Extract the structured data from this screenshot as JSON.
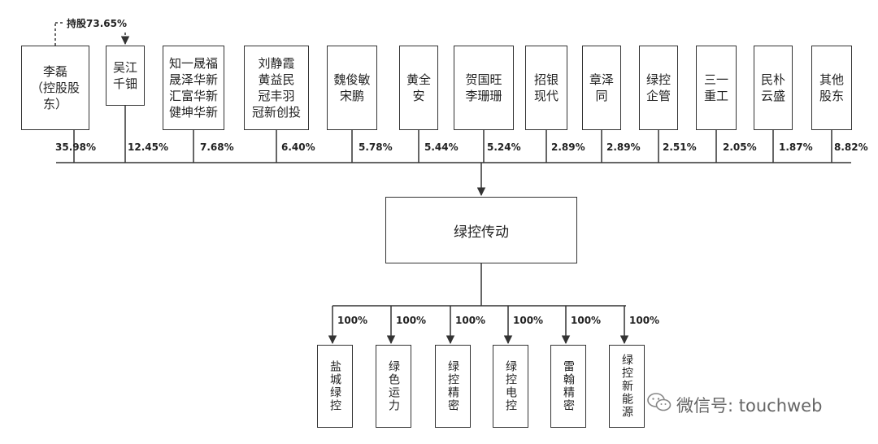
{
  "holding_label": "持股73.65%",
  "shareholders": [
    {
      "name": "李磊\n（控股股\n东）",
      "pct": "35.98%"
    },
    {
      "name": "吴江\n千钿",
      "pct": "12.45%"
    },
    {
      "name": "知一晟福\n晟泽华新\n汇富华新\n健坤华新",
      "pct": "7.68%"
    },
    {
      "name": "刘静霞\n黄益民\n冠丰羽\n冠新创投",
      "pct": "6.40%"
    },
    {
      "name": "魏俊敏\n宋鹏",
      "pct": "5.78%"
    },
    {
      "name": "黄全\n安",
      "pct": "5.44%"
    },
    {
      "name": "贺国旺\n李珊珊",
      "pct": "5.24%"
    },
    {
      "name": "招银\n现代",
      "pct": "2.89%"
    },
    {
      "name": "章泽\n同",
      "pct": "2.89%"
    },
    {
      "name": "绿控\n企管",
      "pct": "2.51%"
    },
    {
      "name": "三一\n重工",
      "pct": "2.05%"
    },
    {
      "name": "民朴\n云盛",
      "pct": "1.87%"
    },
    {
      "name": "其他\n股东",
      "pct": "8.82%"
    }
  ],
  "company": "绿控传动",
  "subsidiaries": [
    {
      "name": "盐城绿控",
      "pct": "100%"
    },
    {
      "name": "绿色运力",
      "pct": "100%"
    },
    {
      "name": "绿控精密",
      "pct": "100%"
    },
    {
      "name": "绿控电控",
      "pct": "100%"
    },
    {
      "name": "雷翰精密",
      "pct": "100%"
    },
    {
      "name": "绿控新能源",
      "pct": "100%"
    }
  ],
  "watermark": "微信号: touchweb",
  "colors": {
    "line": "#333333",
    "text": "#222222",
    "watermark": "#666666"
  },
  "icons": {
    "watermark": "wechat-icon"
  }
}
